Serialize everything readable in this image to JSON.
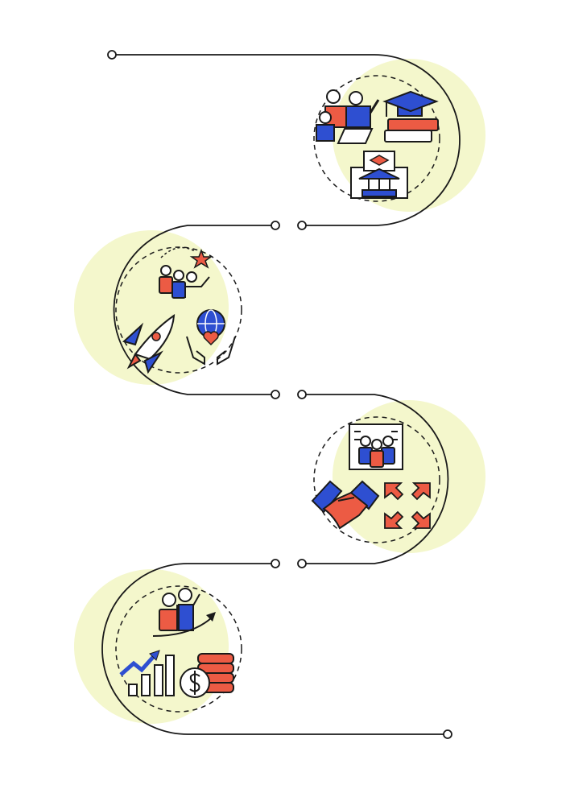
{
  "colors": {
    "background": "#ffffff",
    "line": "#1a1a1a",
    "blob": "#f4f7cc",
    "blue": "#2e4fd1",
    "red": "#ec5b44"
  },
  "steps": [
    {
      "id": "education",
      "side": "right",
      "icons": [
        "mentor-student-icon",
        "graduation-books-icon",
        "university-building-icon"
      ]
    },
    {
      "id": "goals",
      "side": "left",
      "icons": [
        "team-star-icon",
        "rocket-icon",
        "hands-globe-heart-icon"
      ]
    },
    {
      "id": "partnership",
      "side": "right",
      "icons": [
        "office-team-icon",
        "handshake-icon",
        "expand-arrows-icon"
      ]
    },
    {
      "id": "growth",
      "side": "left",
      "icons": [
        "career-growth-icon",
        "growth-chart-icon",
        "coins-dollar-icon"
      ]
    }
  ]
}
